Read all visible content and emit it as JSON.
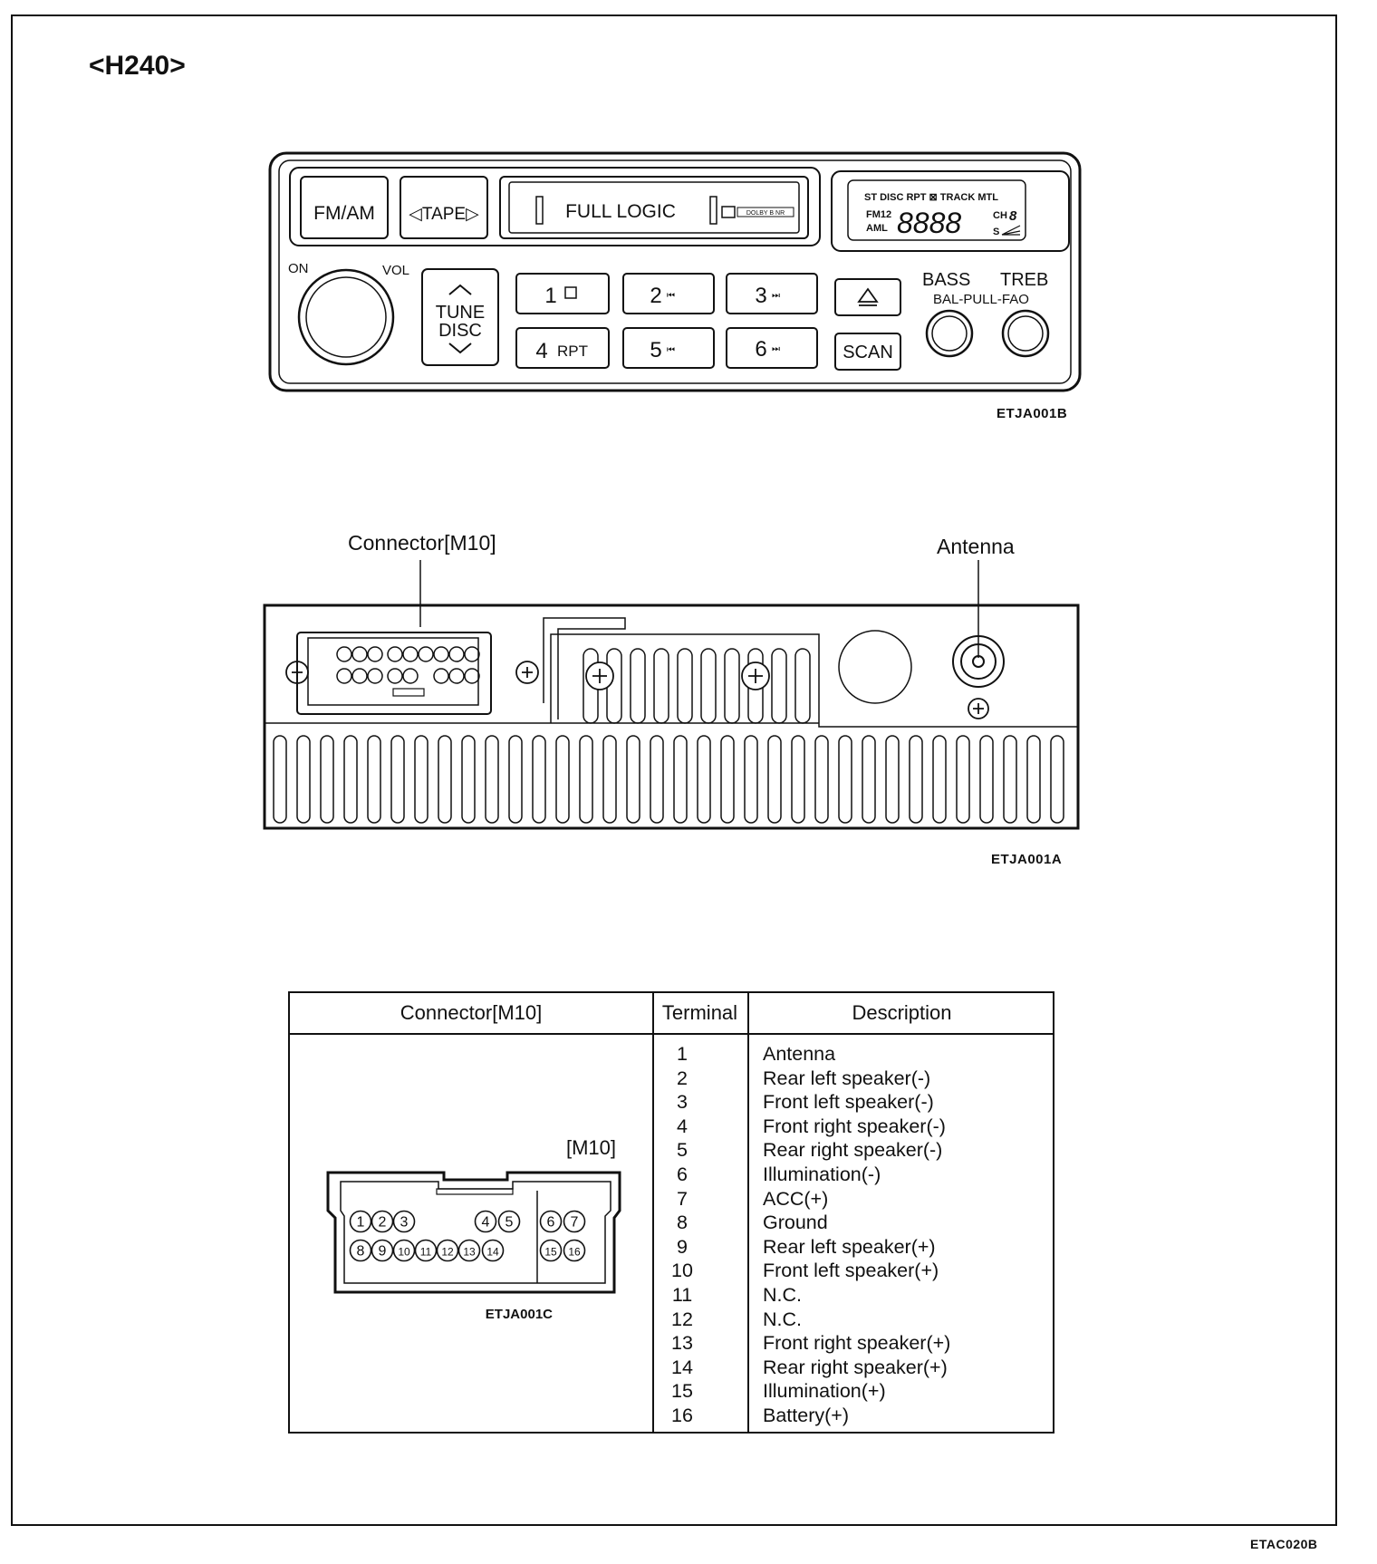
{
  "model": "<H240>",
  "head_unit": {
    "buttons": {
      "fm_am": "FM/AM",
      "tape": "◁TAPE▷",
      "tune_disc_top": "TUNE",
      "tune_disc_bottom": "DISC",
      "scan": "SCAN",
      "presets": [
        "1",
        "2",
        "3",
        "4",
        "5",
        "6"
      ],
      "preset4_suffix": "RPT"
    },
    "knobs": {
      "on": "ON",
      "vol": "VOL",
      "bass": "BASS",
      "treb": "TREB",
      "bal_fad": "BAL-PULL-FAO"
    },
    "cassette_label": "FULL LOGIC",
    "dolby": "DOLBY B NR",
    "display": {
      "top": "ST DISC RPT ⊠ TRACK MTL",
      "fm": "FM12",
      "am": "AML",
      "digits": "8888",
      "ch": "CH",
      "ch_digit": "8",
      "s": "S"
    },
    "figure_code": "ETJA001B"
  },
  "rear_view": {
    "connector_label": "Connector[M10]",
    "antenna_label": "Antenna",
    "figure_code": "ETJA001A"
  },
  "table": {
    "headers": [
      "Connector[M10]",
      "Terminal",
      "Description"
    ],
    "connector_label": "[M10]",
    "connector_code": "ETJA001C",
    "pins_top": [
      "1",
      "2",
      "3",
      "4",
      "5",
      "6",
      "7"
    ],
    "pins_bottom": [
      "8",
      "9",
      "10",
      "11",
      "12",
      "13",
      "14",
      "15",
      "16"
    ],
    "rows": [
      {
        "terminal": "1",
        "description": "Antenna"
      },
      {
        "terminal": "2",
        "description": "Rear left speaker(-)"
      },
      {
        "terminal": "3",
        "description": "Front left speaker(-)"
      },
      {
        "terminal": "4",
        "description": "Front right speaker(-)"
      },
      {
        "terminal": "5",
        "description": "Rear right speaker(-)"
      },
      {
        "terminal": "6",
        "description": "Illumination(-)"
      },
      {
        "terminal": "7",
        "description": "ACC(+)"
      },
      {
        "terminal": "8",
        "description": "Ground"
      },
      {
        "terminal": "9",
        "description": "Rear left speaker(+)"
      },
      {
        "terminal": "10",
        "description": "Front left speaker(+)"
      },
      {
        "terminal": "11",
        "description": "N.C."
      },
      {
        "terminal": "12",
        "description": "N.C."
      },
      {
        "terminal": "13",
        "description": "Front right speaker(+)"
      },
      {
        "terminal": "14",
        "description": "Rear right speaker(+)"
      },
      {
        "terminal": "15",
        "description": "Illumination(+)"
      },
      {
        "terminal": "16",
        "description": "Battery(+)"
      }
    ]
  },
  "page_code": "ETAC020B"
}
